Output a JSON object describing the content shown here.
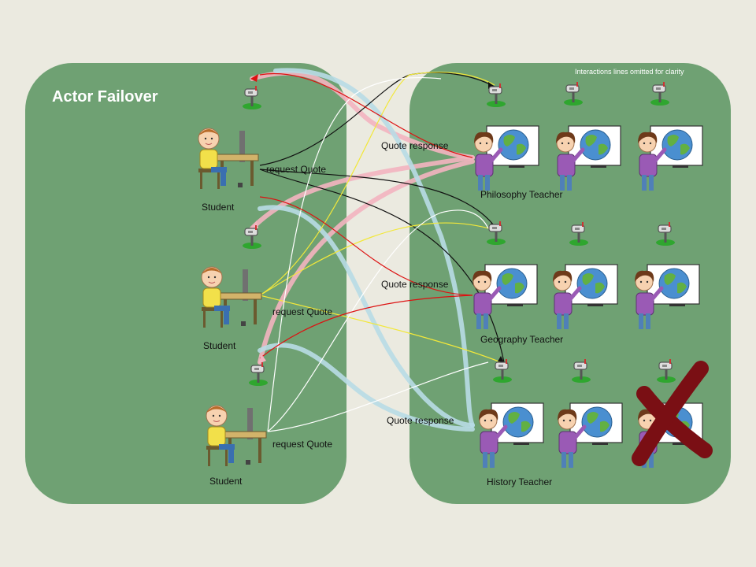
{
  "title": "Actor Failover",
  "note": "Interactions lines omitted for clarity",
  "students": [
    {
      "label": "Student",
      "request_label": "request Quote"
    },
    {
      "label": "Student",
      "request_label": "request Quote"
    },
    {
      "label": "Student",
      "request_label": "request Quote"
    }
  ],
  "teacher_rows": [
    {
      "label": "Philosophy Teacher",
      "response_label": "Quote response"
    },
    {
      "label": "Geography Teacher",
      "response_label": "Quote response"
    },
    {
      "label": "History Teacher",
      "response_label": "Quote response"
    }
  ],
  "failed_teacher": {
    "row": 2,
    "col": 2
  },
  "colors": {
    "background": "#ebeae0",
    "panel": "#6fa173",
    "failure_mark": "#7a0f14",
    "pink_flow": "#f3b4c0",
    "blue_flow": "#b8dbe6"
  }
}
